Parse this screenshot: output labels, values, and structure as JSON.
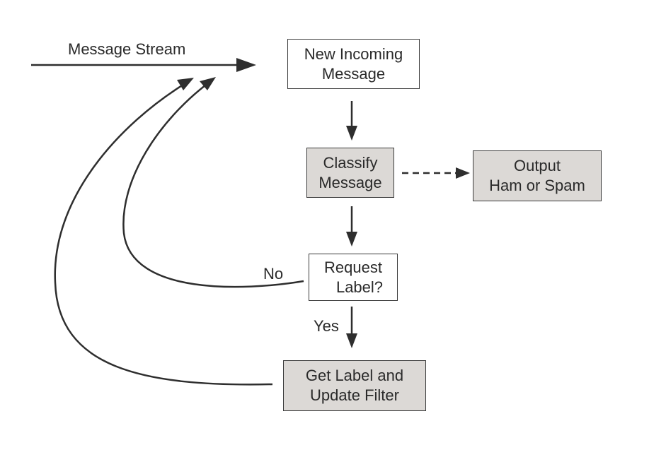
{
  "diagram": {
    "stream_label": "Message Stream",
    "nodes": {
      "incoming": {
        "line1": "New Incoming",
        "line2": "Message"
      },
      "classify": {
        "line1": "Classify",
        "line2": "Message"
      },
      "output": {
        "line1": "Output",
        "line2": "Ham or Spam"
      },
      "request": {
        "line1": "Request",
        "line2": "Label?"
      },
      "update": {
        "line1": "Get Label and",
        "line2": "Update Filter"
      }
    },
    "edge_labels": {
      "no": "No",
      "yes": "Yes"
    },
    "colors": {
      "shaded_fill": "#dcd9d6",
      "stroke": "#2e2e2e"
    }
  }
}
